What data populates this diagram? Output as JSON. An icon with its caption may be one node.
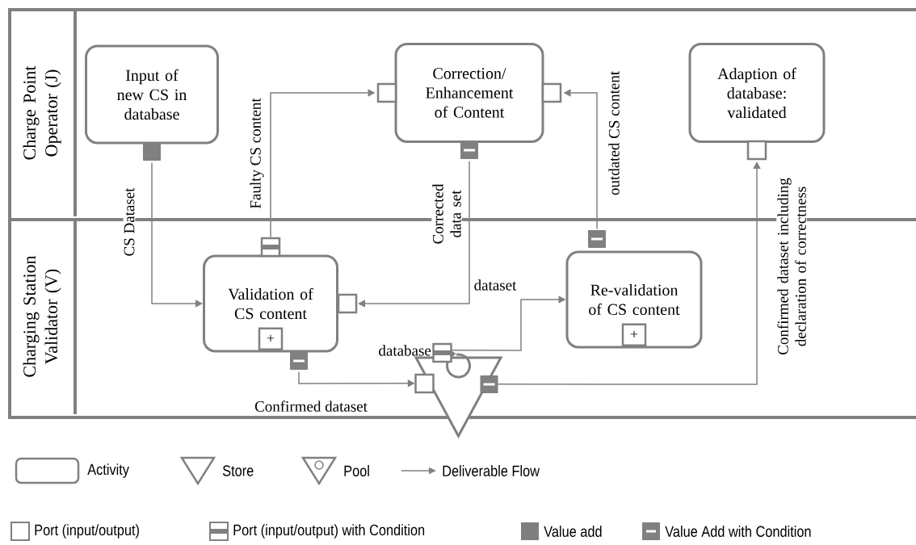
{
  "diagram": {
    "nodes": [
      {
        "text": [
          "Charge Point Operator (J)"
        ]
      },
      {
        "text": [
          "Charging Station Validator (V)"
        ]
      },
      {
        "text": [
          "Input of new CS in database"
        ],
        "in": 0
      },
      {
        "text": [
          "Correction/ Enhancement of Content"
        ],
        "in": 0
      },
      {
        "text": [
          "Adaption of database: validated"
        ],
        "in": 0
      },
      {
        "text": [
          "Validation of CS content",
          "+"
        ],
        "in": 1
      },
      {
        "text": [
          "Re-validation of CS content",
          "+"
        ],
        "in": 1
      },
      {
        "text": [],
        "shape": "triangle",
        "beside": [
          "database"
        ],
        "in": 1
      }
    ],
    "edges": [
      {
        "from": 2,
        "to": 5,
        "arrow": "to",
        "label": "CS Dataset"
      },
      {
        "from": 5,
        "to": 3,
        "arrow": "to",
        "label": "Faulty CS content"
      },
      {
        "from": 3,
        "to": 5,
        "arrow": "to",
        "label": "Corrected data set"
      },
      {
        "from": 6,
        "to": 3,
        "arrow": "to",
        "label": "outdated CS content"
      },
      {
        "from": 5,
        "to": 7,
        "arrow": "to",
        "label": "Confirmed dataset"
      },
      {
        "from": 7,
        "to": 6,
        "arrow": "to",
        "label": "dataset"
      },
      {
        "from": 7,
        "to": 4,
        "arrow": "to",
        "label": "Confirmed dataset including declaration of correctness"
      }
    ],
    "legend": [
      {
        "text": "Activity"
      },
      {
        "text": "Store"
      },
      {
        "text": "Pool"
      },
      {
        "text": "Deliverable Flow"
      },
      {
        "text": "Port (input/output)"
      },
      {
        "text": "Port (input/output) with Condition"
      },
      {
        "text": "Value add",
        "color": "#7f7f7f"
      },
      {
        "text": "Value Add with Condition"
      }
    ]
  }
}
